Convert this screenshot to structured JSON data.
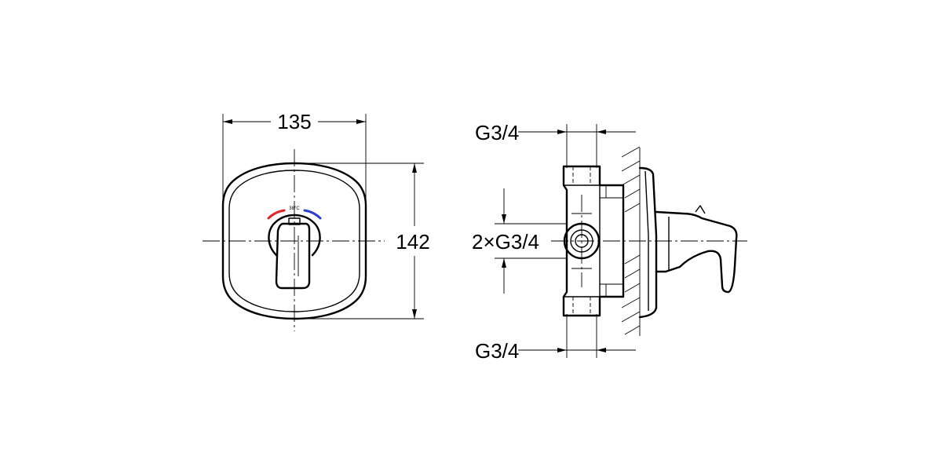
{
  "front_view": {
    "width_label": "135",
    "height_label": "142",
    "temperature_label": "38°C",
    "hot_color": "#e3262b",
    "cold_color": "#2a3fd1"
  },
  "side_view": {
    "top_outlet_label": "G3/4",
    "side_inlets_label": "2×G3/4",
    "bottom_outlet_label": "G3/4"
  }
}
